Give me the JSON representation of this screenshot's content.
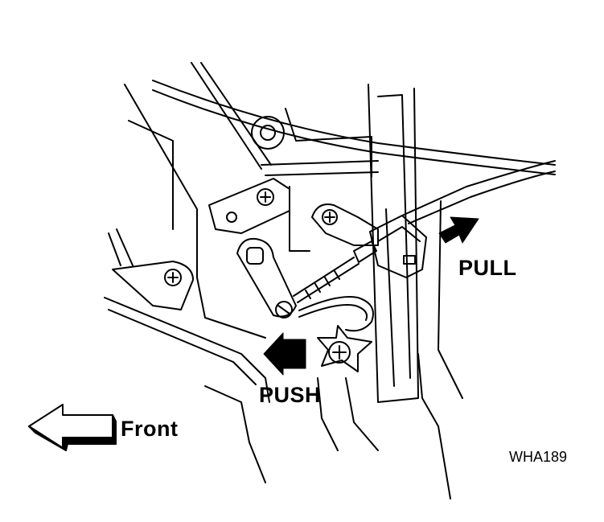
{
  "labels": {
    "pull": "PULL",
    "push": "PUSH",
    "front": "Front",
    "figure_code": "WHA189"
  },
  "colors": {
    "line": "#000000",
    "background": "#ffffff"
  }
}
